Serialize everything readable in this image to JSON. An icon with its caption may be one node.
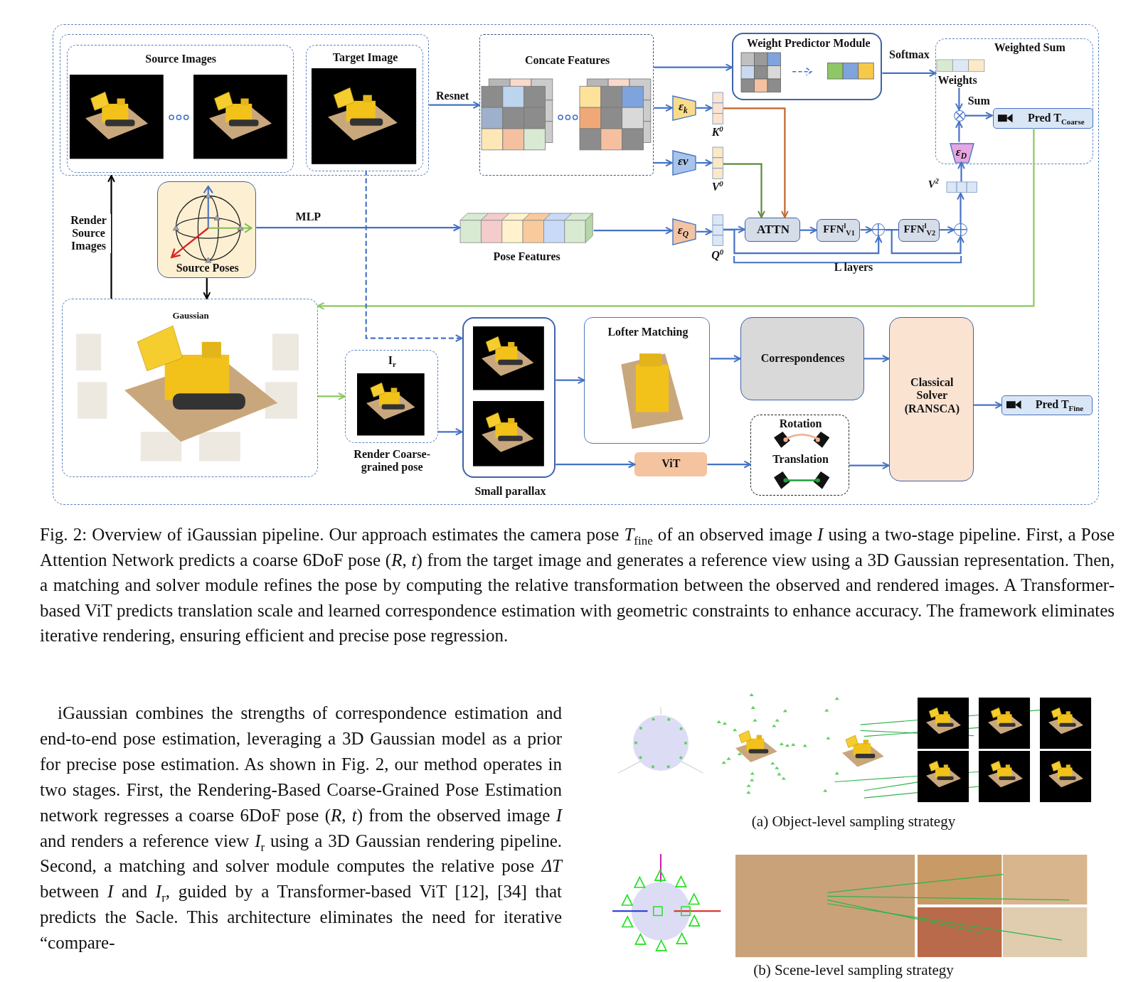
{
  "diagram": {
    "caption": "Fig. 2: Overview of iGaussian pipeline. Our approach estimates the camera pose *T*$_{fine}$ of an observed image *I* using a two-stage pipeline. First, a Pose Attention Network predicts a coarse 6DoF pose (*R*, *t*) from the target image and generates a reference view using a 3D Gaussian representation. Then, a matching and solver module refines the pose by computing the relative transformation between the observed and rendered images. A Transformer-based ViT predicts translation scale and learned correspondence estimation with geometric constraints to enhance accuracy. The framework eliminates iterative rendering, ensuring efficient and precise pose regression.",
    "nodes": [
      {
        "text": [],
        "shape": "box"
      },
      {
        "text": [
          "Source Images"
        ],
        "in": 0
      },
      {
        "text": [
          "Target Image"
        ],
        "in": 0
      },
      {
        "text": [
          "Concate Features"
        ]
      },
      {
        "text": [
          "Weight Predictor Module"
        ]
      },
      {
        "text": [
          "Weighted Sum"
        ]
      },
      {
        "text": [
          "Pred T$_{Coarse}$"
        ],
        "in": 5
      },
      {
        "text": [
          "ε$_{k}$"
        ]
      },
      {
        "text": [
          "K$^{0}$"
        ]
      },
      {
        "text": [
          "εv"
        ]
      },
      {
        "text": [
          "V$^{0}$"
        ]
      },
      {
        "text": [
          "Source Poses"
        ]
      },
      {
        "text": [
          "Pose Features"
        ]
      },
      {
        "text": [
          "ε$_{Q}$"
        ]
      },
      {
        "text": [
          "Q$^{0}$"
        ]
      },
      {
        "text": [
          "ATTN"
        ]
      },
      {
        "text": [
          "FFN$^{l}$$_{V1}$"
        ]
      },
      {
        "text": [],
        "shape": "circle"
      },
      {
        "text": [
          "FFN$^{l}$$_{V2}$"
        ]
      },
      {
        "text": [],
        "shape": "circle"
      },
      {
        "text": [
          "V$^{2}$"
        ]
      },
      {
        "text": [
          "ε$_{D}$"
        ],
        "in": 5
      },
      {
        "text": [],
        "shape": "circle",
        "in": 5
      },
      {
        "text": [
          "Weights"
        ],
        "in": 5
      },
      {
        "text": [
          "Gaussian"
        ]
      },
      {
        "text": [
          "I$_{r}$",
          "Render Coarse-grained pose"
        ]
      },
      {
        "text": [
          "Small parallax"
        ]
      },
      {
        "text": [
          "Lofter Matching"
        ]
      },
      {
        "text": [
          "Correspondences"
        ]
      },
      {
        "text": [
          "Classical Solver (RANSCA)"
        ]
      },
      {
        "text": [
          "Pred T$_{Fine}$"
        ]
      },
      {
        "text": [
          "ViT"
        ]
      },
      {
        "text": [
          "Rotation",
          "Translation"
        ]
      }
    ],
    "edges": [
      {
        "from": 24,
        "to": 0,
        "arrow": "to",
        "label": "Render Source Images",
        "color": "#000000"
      },
      {
        "from": 11,
        "to": 24,
        "arrow": "to",
        "color": "#000000"
      },
      {
        "from": 0,
        "to": 3,
        "arrow": "to",
        "label": "Resnet"
      },
      {
        "from": 11,
        "to": 12,
        "arrow": "to",
        "label": "MLP"
      },
      {
        "from": 3,
        "to": 4,
        "arrow": "to"
      },
      {
        "from": 3,
        "to": 7,
        "arrow": "to"
      },
      {
        "from": 7,
        "to": 8,
        "arrow": "to"
      },
      {
        "from": 3,
        "to": 9,
        "arrow": "to"
      },
      {
        "from": 9,
        "to": 10,
        "arrow": "to"
      },
      {
        "from": 12,
        "to": 13,
        "arrow": "to"
      },
      {
        "from": 13,
        "to": 14,
        "arrow": "to"
      },
      {
        "from": 14,
        "to": 15,
        "arrow": "to"
      },
      {
        "from": 8,
        "to": 15,
        "arrow": "to",
        "color": "#c0662e"
      },
      {
        "from": 10,
        "to": 15,
        "arrow": "to",
        "color": "#5d8a3c"
      },
      {
        "from": 15,
        "to": 16,
        "arrow": "to"
      },
      {
        "from": 16,
        "to": 17,
        "arrow": "to"
      },
      {
        "from": 17,
        "to": 18,
        "arrow": "none"
      },
      {
        "from": 18,
        "to": 19,
        "arrow": "to"
      },
      {
        "from": 14,
        "to": 17,
        "arrow": "to"
      },
      {
        "from": 17,
        "to": 19,
        "arrow": "to"
      },
      {
        "from": 19,
        "to": 20,
        "arrow": "to"
      },
      {
        "from": 20,
        "to": 21,
        "arrow": "to"
      },
      {
        "from": 21,
        "to": 22,
        "arrow": "to"
      },
      {
        "from": 4,
        "to": 23,
        "arrow": "to",
        "label": "Softmax"
      },
      {
        "from": 23,
        "to": 22,
        "arrow": "to",
        "label": "Sum"
      },
      {
        "from": 22,
        "to": 6,
        "arrow": "to"
      },
      {
        "from": 6,
        "to": 24,
        "arrow": "to",
        "color": "#8cc95a"
      },
      {
        "from": 2,
        "to": 26,
        "arrow": "to",
        "style": "dashed"
      },
      {
        "from": 24,
        "to": 25,
        "arrow": "to",
        "color": "#8cc95a"
      },
      {
        "from": 25,
        "to": 26,
        "arrow": "to"
      },
      {
        "from": 26,
        "to": 27,
        "arrow": "to"
      },
      {
        "from": 26,
        "to": 31,
        "arrow": "to"
      },
      {
        "from": 27,
        "to": 28,
        "arrow": "to"
      },
      {
        "from": 28,
        "to": 29,
        "arrow": "to"
      },
      {
        "from": 31,
        "to": 32,
        "arrow": "to"
      },
      {
        "from": 32,
        "to": 29,
        "arrow": "to"
      },
      {
        "from": 29,
        "to": 30,
        "arrow": "to"
      }
    ],
    "labels": [
      "L layers",
      "iGaussian combines the strengths of correspondence estimation and end-to-end pose estimation, leveraging a 3D Gaussian model as a prior for precise pose estimation. As shown in Fig. 2, our method operates in two stages. First, the Rendering-Based Coarse-Grained Pose Estimation network regresses a coarse 6DoF pose (*R*, *t*) from the observed image *I* and renders a reference view *I*$_{r}$ using a 3D Gaussian rendering pipeline. Second, a matching and solver module computes the relative pose *ΔT* between *I* and *I*$_{r}$, guided by a Transformer-based ViT [12], [34] that predicts the Sacle. This architecture eliminates the need for iterative “compare-",
      "(a) Object-level sampling strategy",
      "(b) Scene-level sampling strategy"
    ]
  }
}
